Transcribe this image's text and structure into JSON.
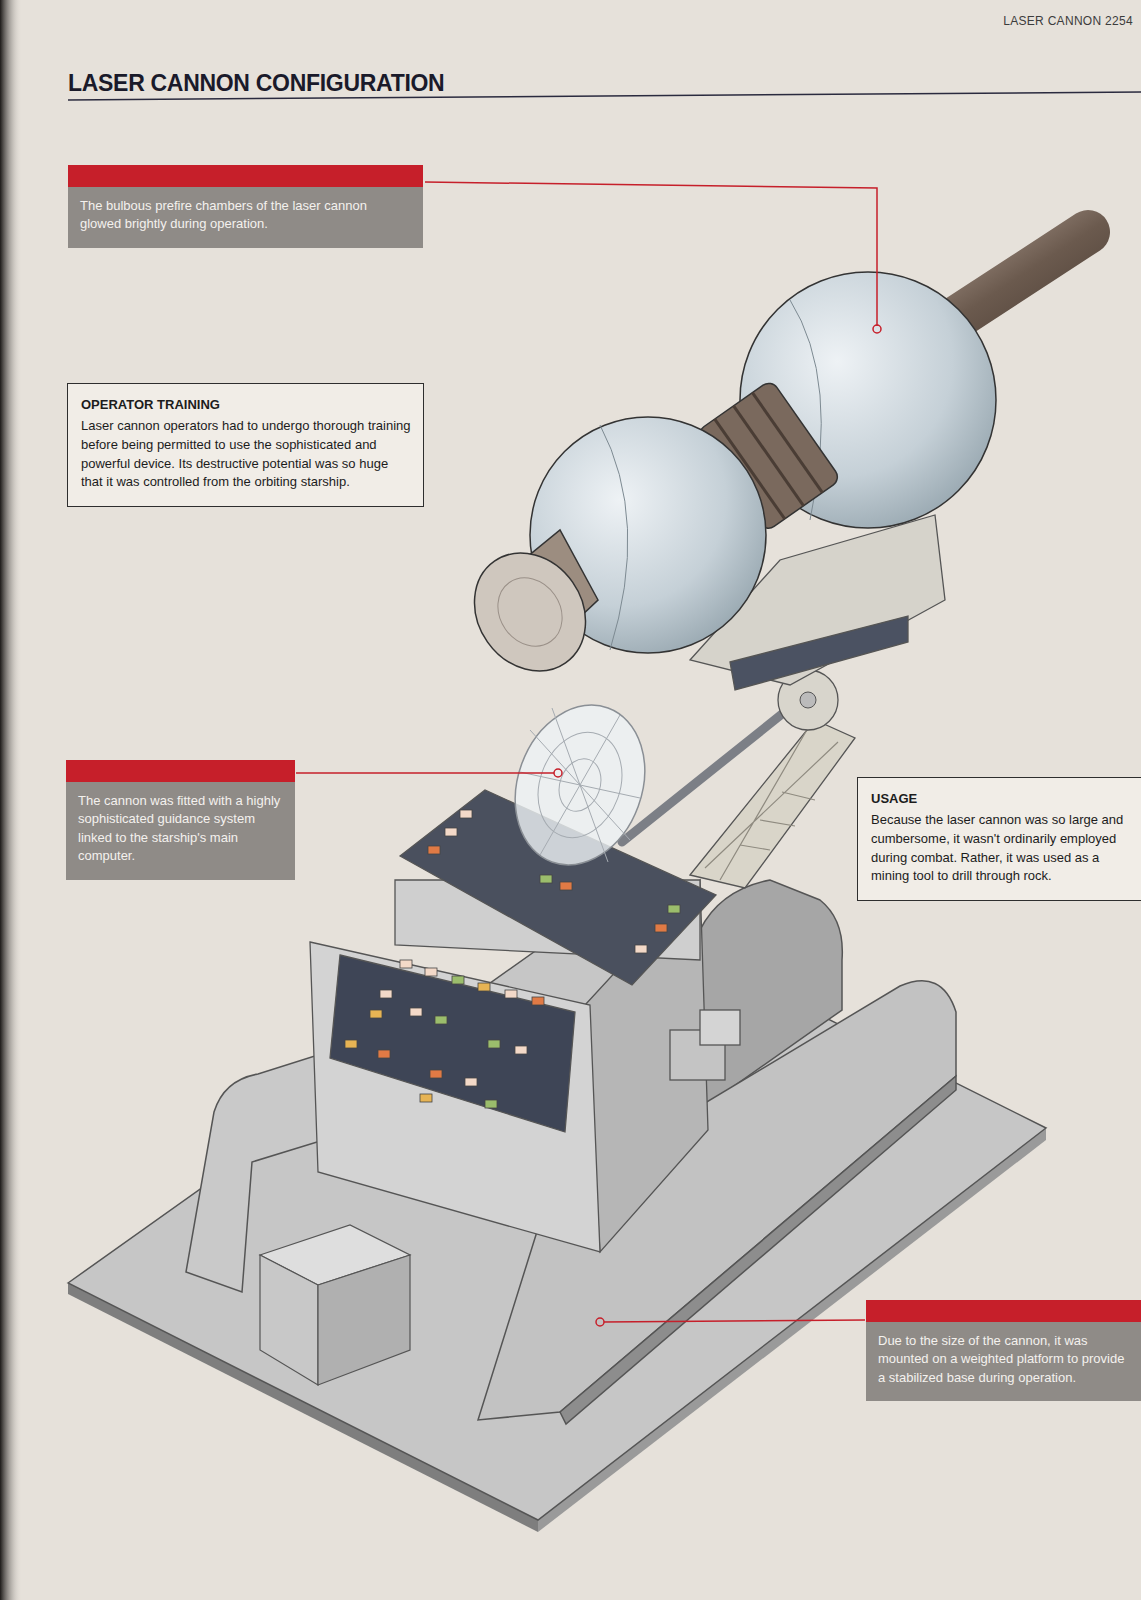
{
  "diagram": {
    "title": "LASER CANNON CONFIGURATION",
    "nodes": [
      {
        "text": [
          "The bulbous prefire chambers of the laser cannon glowed brightly during operation."
        ]
      },
      {
        "text": [
          "OPERATOR TRAINING",
          "Laser cannon operators had to undergo thorough training before being permitted to use the sophisticated and powerful device. Its destructive potential was so huge that it was controlled from the orbiting starship."
        ]
      },
      {
        "text": [
          "The cannon was fitted with a highly sophisticated guidance system linked to the starship's main computer."
        ]
      },
      {
        "text": [
          "USAGE",
          "Because the laser cannon was so large and cumbersome, it wasn't ordinarily employed during combat. Rather, it was used as a mining tool to drill through rock."
        ]
      },
      {
        "text": [
          "Due to the size of the cannon, it was mounted on a weighted platform to provide a stabilized base during operation."
        ]
      }
    ],
    "labels": [
      "LASER CANNON 2254"
    ]
  }
}
